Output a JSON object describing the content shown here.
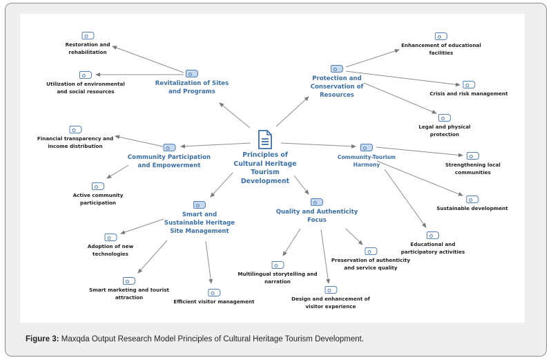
{
  "figure": {
    "caption_label": "Figure 3:",
    "caption_text": " Maxqda Output Research Model Principles of Cultural Heritage Tourism Development."
  },
  "diagram": {
    "center": {
      "id": "center",
      "label": "Principles of Cultural Heritage Tourism Development",
      "icon": "document-icon"
    },
    "themes": [
      {
        "id": "revital",
        "label": "Revitalization of Sites and Programs"
      },
      {
        "id": "protect",
        "label": "Protection and Conservation of Resources"
      },
      {
        "id": "community",
        "label": "Community Participation and Empowerment"
      },
      {
        "id": "harmony",
        "label": "Community-Tourism Harmony"
      },
      {
        "id": "smart",
        "label": "Smart and Sustainable Heritage Site Management"
      },
      {
        "id": "quality",
        "label": "Quality and Authenticity Focus"
      }
    ],
    "codes": [
      {
        "id": "restoration",
        "parent": "revital",
        "label": "Restoration and rehabilitation"
      },
      {
        "id": "utilization",
        "parent": "revital",
        "label": "Utilization of environmental and social resources"
      },
      {
        "id": "edufac",
        "parent": "protect",
        "label": "Enhancement of educational facilities"
      },
      {
        "id": "crisis",
        "parent": "protect",
        "label": "Crisis and risk management"
      },
      {
        "id": "legal",
        "parent": "protect",
        "label": "Legal and physical protection"
      },
      {
        "id": "financial",
        "parent": "community",
        "label": "Financial transparency and income distribution"
      },
      {
        "id": "active",
        "parent": "community",
        "label": "Active community participation"
      },
      {
        "id": "strength",
        "parent": "harmony",
        "label": "Strengthening local communities"
      },
      {
        "id": "sustdev",
        "parent": "harmony",
        "label": "Sustainable development"
      },
      {
        "id": "eduact",
        "parent": "harmony",
        "label": "Educational and participatory activities"
      },
      {
        "id": "adoption",
        "parent": "smart",
        "label": "Adoption of new technologies"
      },
      {
        "id": "marketing",
        "parent": "smart",
        "label": "Smart marketing and tourist attraction"
      },
      {
        "id": "visitor",
        "parent": "smart",
        "label": "Efficient visitor management"
      },
      {
        "id": "multiling",
        "parent": "quality",
        "label": "Multilingual storytelling and narration"
      },
      {
        "id": "design",
        "parent": "quality",
        "label": "Design and enhancement of visitor experience"
      },
      {
        "id": "preserv",
        "parent": "quality",
        "label": "Preservation of authenticity and service quality"
      }
    ],
    "colors": {
      "theme_text": "#3a6ea8",
      "code_text": "#222222",
      "icon": "#4f7fb6",
      "edge": "#8c8c8c"
    }
  }
}
